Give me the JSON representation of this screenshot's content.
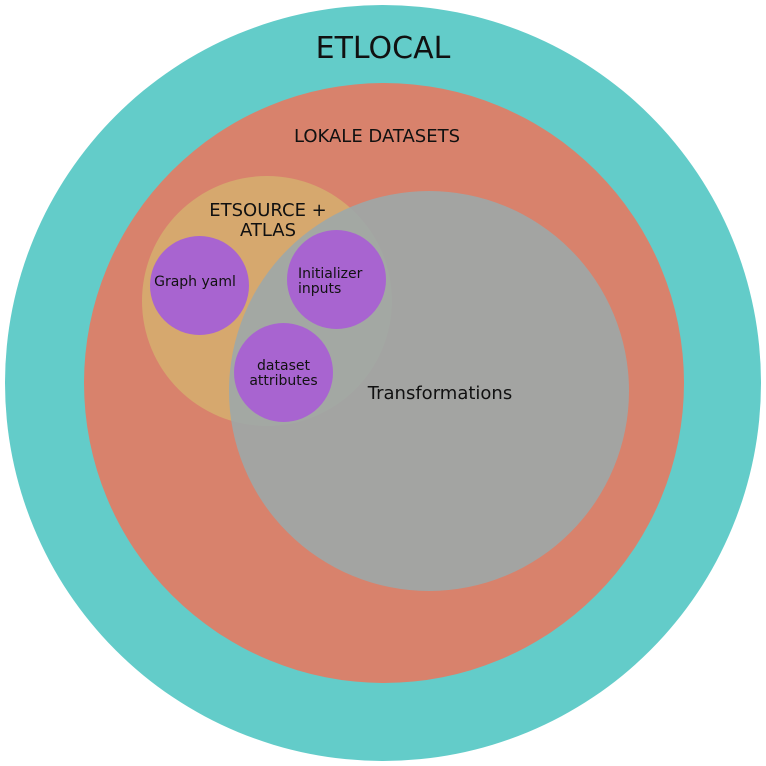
{
  "diagram": {
    "outer": {
      "label": "ETLOCAL",
      "color": "#63CCC9"
    },
    "datasets": {
      "label": "LOKALE DATASETS",
      "color": "#D8826C"
    },
    "etsource": {
      "label": "ETSOURCE +\nATLAS",
      "color": "#D6A86E"
    },
    "transformations": {
      "label": "Transformations",
      "color": "#9DA7A8"
    },
    "graph_yaml": {
      "label": "Graph yaml",
      "color": "#A864D0"
    },
    "initializer_inputs": {
      "label": "Initializer\ninputs",
      "color": "#A864D0"
    },
    "dataset_attributes": {
      "label": "dataset\nattributes",
      "color": "#A864D0"
    }
  }
}
